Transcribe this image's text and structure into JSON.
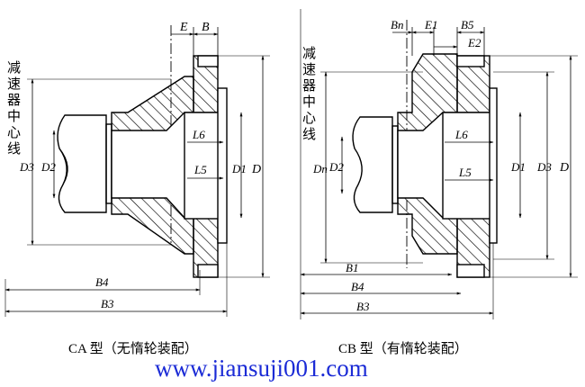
{
  "ca": {
    "caption": "CA 型（无惰轮装配）",
    "side_label": [
      "减",
      "速",
      "器",
      "中",
      "心",
      "线"
    ],
    "dims": {
      "E": "E",
      "B": "B",
      "L6": "L6",
      "L5": "L5",
      "D1": "D1",
      "D": "D",
      "D2": "D2",
      "D3": "D3",
      "B4": "B4",
      "B3": "B3"
    }
  },
  "cb": {
    "caption": "CB 型（有惰轮装配）",
    "side_label": [
      "减",
      "速",
      "器",
      "中",
      "心",
      "线"
    ],
    "dims": {
      "Bn": "Bn",
      "E1": "E1",
      "B5": "B5",
      "E2": "E2",
      "L6": "L6",
      "L5": "L5",
      "Dn": "Dn",
      "D2": "D2",
      "D1": "D1",
      "D3": "D3",
      "D": "D",
      "B1": "B1",
      "B4": "B4",
      "B3": "B3"
    }
  },
  "watermark": "www.jiansuji001.com",
  "colors": {
    "line": "#000000",
    "watermark": "#1b2bd6"
  }
}
